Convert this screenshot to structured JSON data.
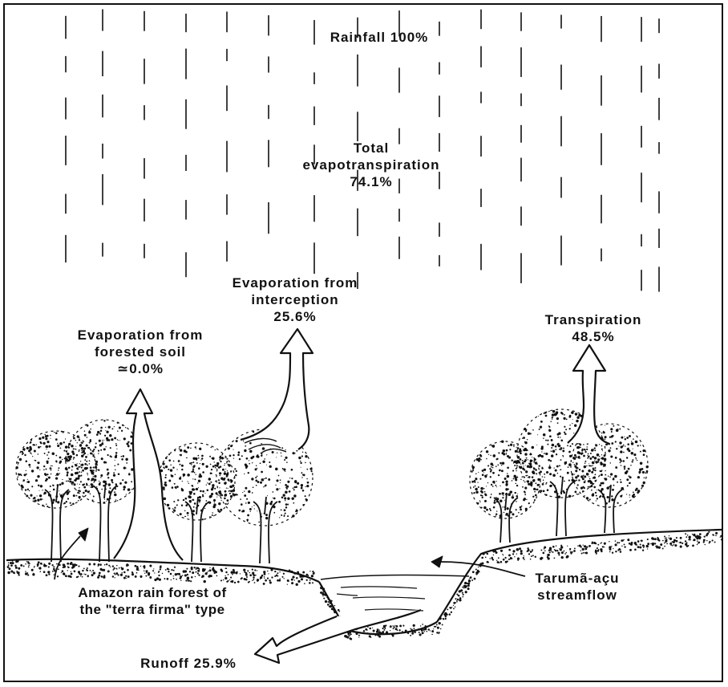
{
  "labels": {
    "rainfall": "Rainfall 100%",
    "total_et_line1": "Total",
    "total_et_line2": "evapotranspiration",
    "total_et_value": "74.1%",
    "interception_line1": "Evaporation from",
    "interception_line2": "interception",
    "interception_value": "25.6%",
    "soil_line1": "Evaporation from",
    "soil_line2": "forested soil",
    "soil_value": "≃0.0%",
    "transpiration_line1": "Transpiration",
    "transpiration_value": "48.5%",
    "forest_line1": "Amazon rain forest of",
    "forest_line2": "the \"terra firma\" type",
    "stream_line1": "Tarumã-açu",
    "stream_line2": "streamflow",
    "runoff": "Runoff 25.9%"
  },
  "colors": {
    "ink": "#111111",
    "background": "#ffffff"
  }
}
